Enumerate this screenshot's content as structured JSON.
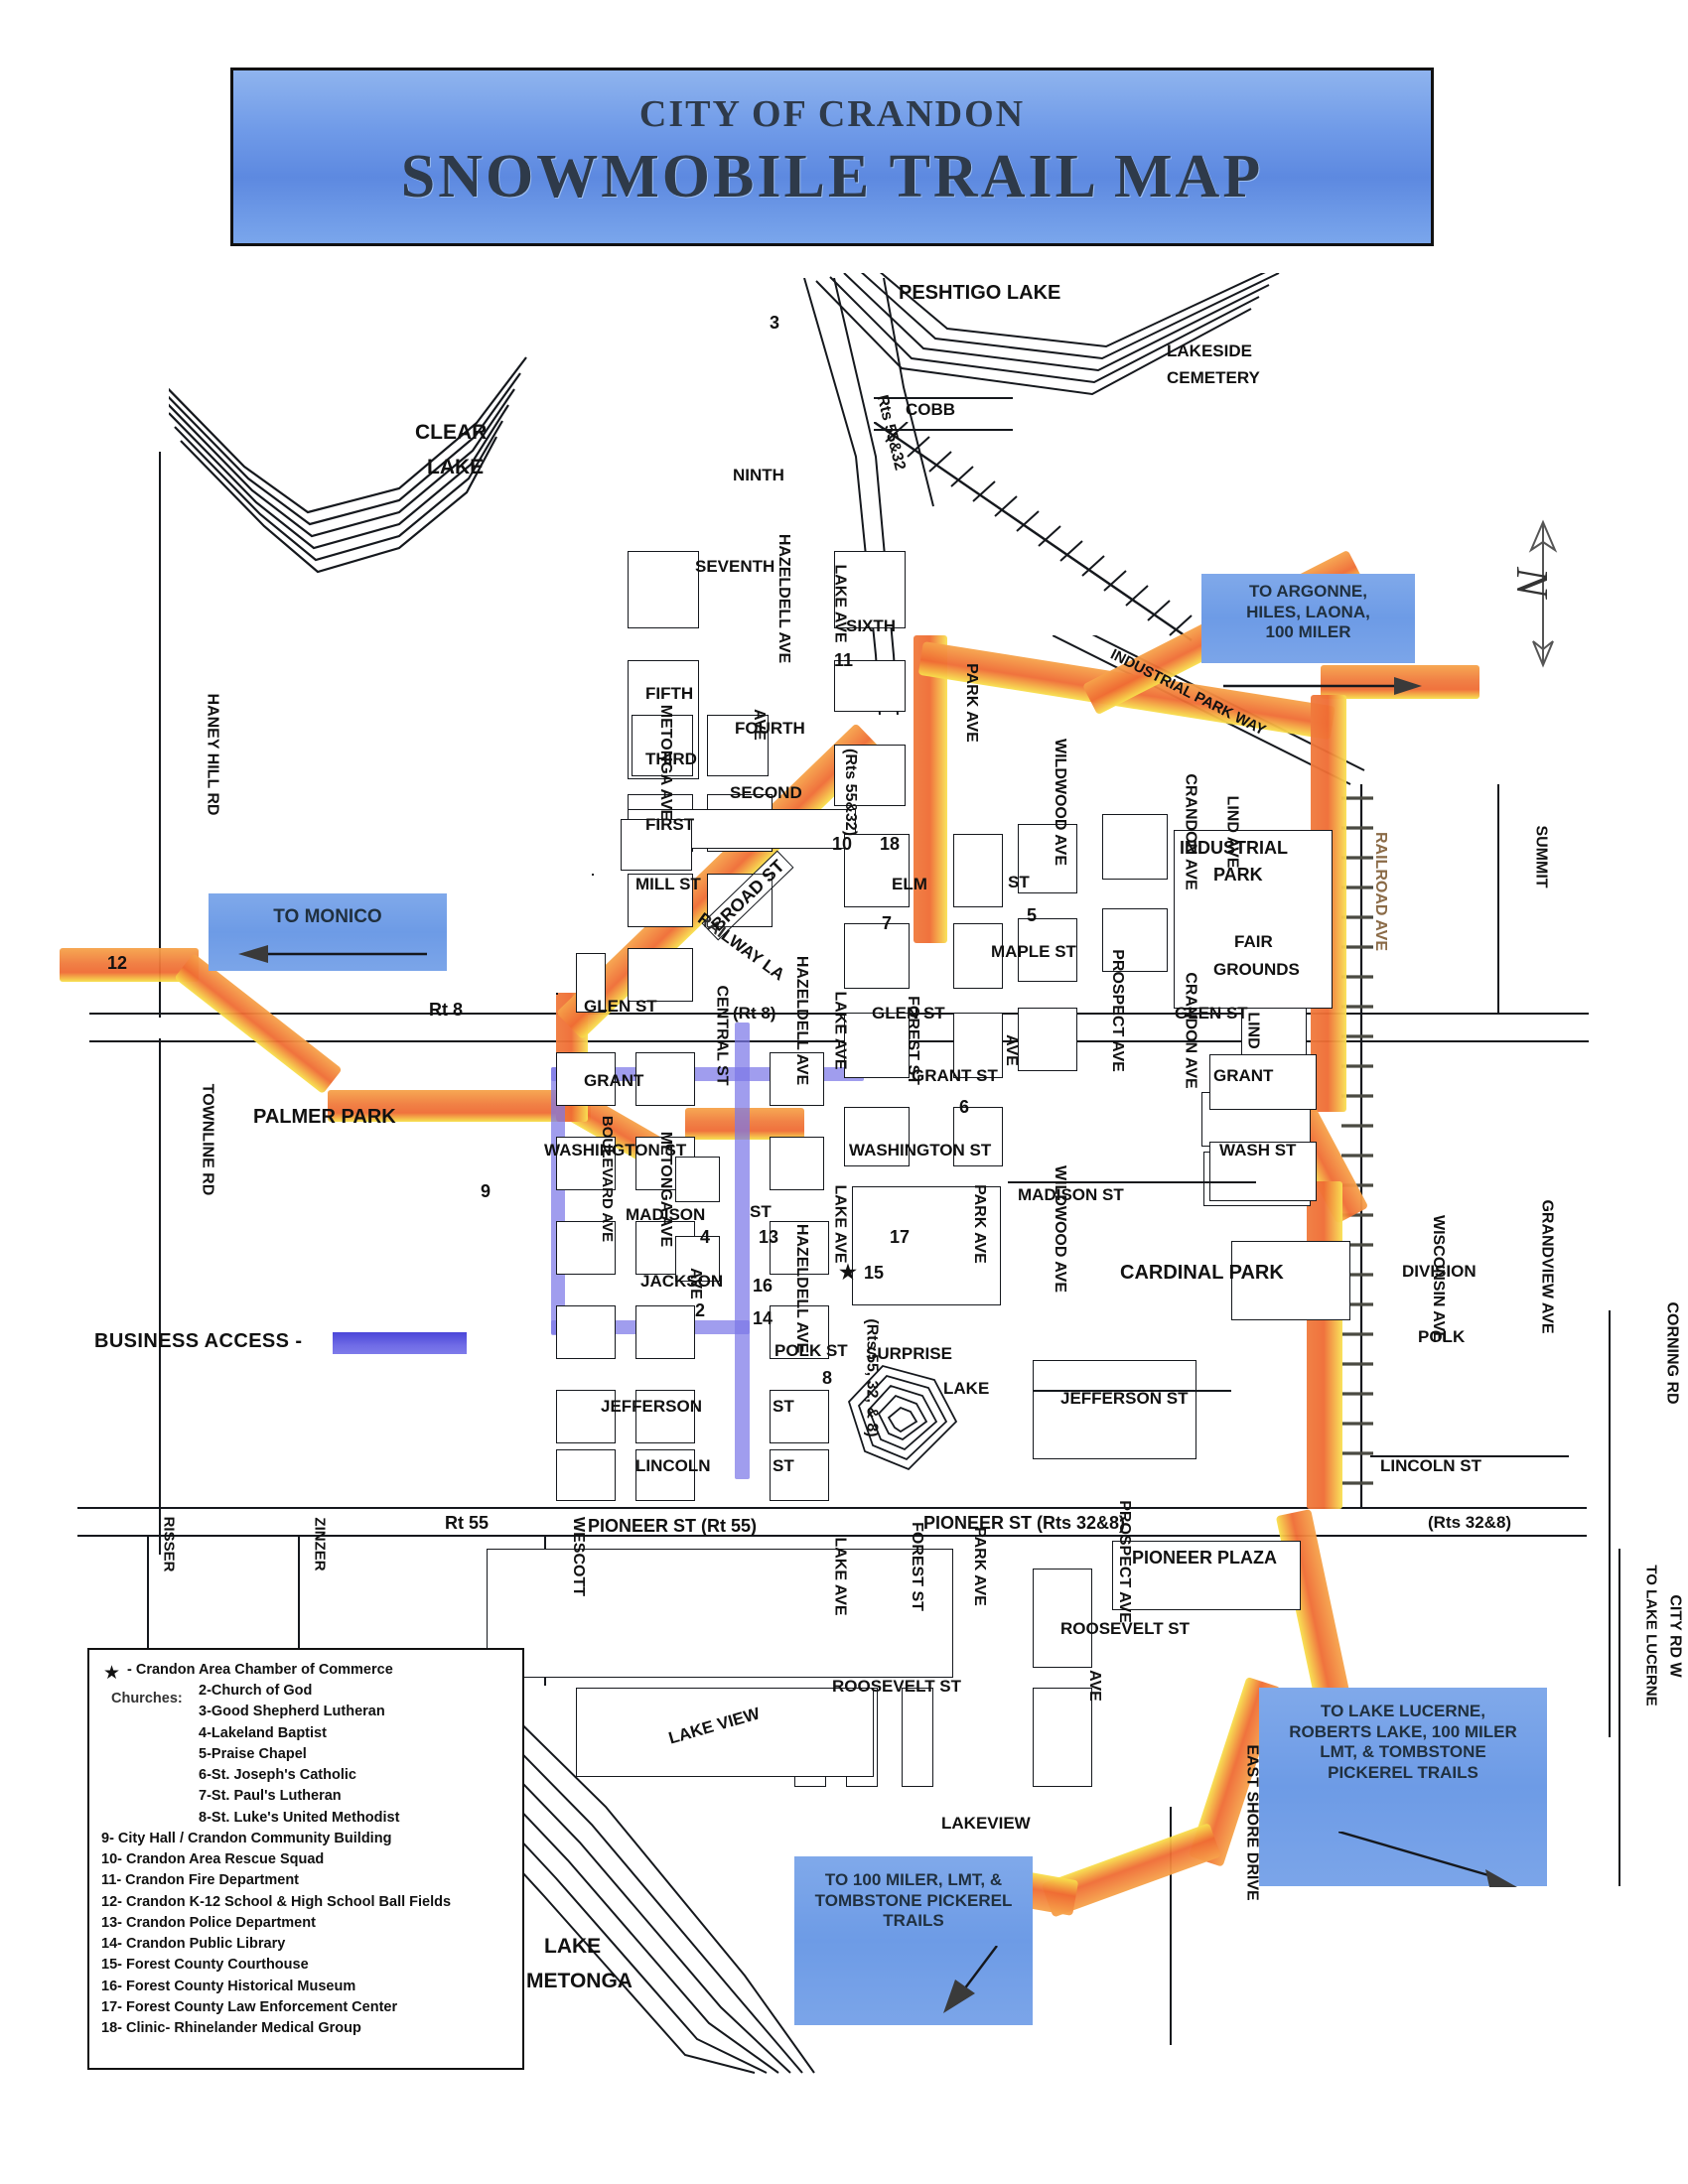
{
  "title": {
    "line1": "CITY OF CRANDON",
    "line2": "SNOWMOBILE TRAIL MAP"
  },
  "callouts": [
    {
      "name": "to-argonne",
      "lines": [
        "TO ARGONNE,",
        "HILES, LAONA,",
        "100 MILER"
      ]
    },
    {
      "name": "to-monico",
      "lines": [
        "TO MONICO"
      ]
    },
    {
      "name": "to-lake-lucerne",
      "lines": [
        "TO LAKE LUCERNE,",
        "ROBERTS LAKE, 100 MILER",
        "LMT, &  TOMBSTONE",
        "PICKEREL  TRAILS"
      ]
    },
    {
      "name": "to-100-miler",
      "lines": [
        "TO 100 MILER, LMT,  &",
        "TOMBSTONE PICKEREL",
        "TRAILS"
      ]
    }
  ],
  "business_access": {
    "label": "BUSINESS ACCESS -",
    "color": "#4b46d8"
  },
  "legend": {
    "star_symbol": "★",
    "chamber": "- Crandon Area Chamber of Commerce",
    "churches_header": "Churches:",
    "churches": [
      "2-Church of God",
      "3-Good Shepherd Lutheran",
      "4-Lakeland Baptist",
      "5-Praise Chapel",
      "6-St. Joseph's Catholic",
      "7-St. Paul's Lutheran",
      "8-St. Luke's United Methodist"
    ],
    "items": [
      "9-  City Hall / Crandon Community Building",
      "10- Crandon Area Rescue Squad",
      "11- Crandon Fire Department",
      "12- Crandon K-12 School & High School Ball Fields",
      "13- Crandon Police Department",
      "14- Crandon Public Library",
      "15- Forest County Courthouse",
      "16- Forest County Historical Museum",
      "17- Forest County Law Enforcement Center",
      "18- Clinic- Rhinelander Medical Group"
    ]
  },
  "features": {
    "clear_lake": [
      "CLEAR",
      "LAKE"
    ],
    "peshtigo_lake": "PESHTIGO LAKE",
    "lakeside_cemetery": [
      "LAKESIDE",
      "CEMETERY"
    ],
    "lake_metonga": [
      "LAKE",
      "METONGA"
    ],
    "surprise_lake": [
      "SURPRISE",
      "LAKE"
    ],
    "palmer_park": "PALMER PARK",
    "cardinal_park": "CARDINAL PARK",
    "industrial_park": [
      "INDUSTRIAL",
      "PARK"
    ],
    "fair_grounds": [
      "FAIR",
      "GROUNDS"
    ],
    "pioneer_plaza": "PIONEER PLAZA"
  },
  "streets_horizontal": [
    "COBB",
    "NINTH",
    "SEVENTH",
    "SIXTH",
    "FIFTH",
    "FOURTH",
    "THIRD",
    "SECOND",
    "FIRST",
    "MILL ST",
    "ELM",
    "MAPLE ST",
    "GLEN ST",
    "GRANT ST",
    "GRANT",
    "WASHINGTON ST",
    "WASH ST",
    "MADISON ST",
    "MADISON",
    "JACKSON",
    "POLK ST",
    "POLK",
    "DIVISION",
    "JEFFERSON",
    "JEFFERSON ST",
    "LINCOLN",
    "LINCOLN ST",
    "PIONEER ST (Rt 55)",
    "PIONEER ST (Rts 32&8)",
    "(Rts 32&8)",
    "ROOSEVELT ST",
    "ROOSEVELT",
    "LAKEVIEW",
    "LAKE VIEW",
    "Rt 8",
    "Rt 55",
    "INDUSTRIAL PARK WAY",
    "RAILWAY LA",
    "(Rt 8)",
    "BROAD ST",
    "ST"
  ],
  "streets_vertical": [
    "HANEY HILL RD",
    "TOWNLINE RD",
    "METONGA AVE",
    "HAZELDELL AVE",
    "LAKE AVE",
    "PARK AVE",
    "FOREST ST",
    "WILDWOOD AVE",
    "PROSPECT AVE",
    "CRANDON AVE",
    "LIND AVE",
    "RAILROAD AVE",
    "SUMMIT",
    "WISCONSIN AVE",
    "GRANDVIEW AVE",
    "CORNING RD",
    "CITY RD W",
    "TO LAKE LUCERNE",
    "EAST SHORE DRIVE",
    "BOULEVARD AVE",
    "CENTRAL ST",
    "WESCOTT",
    "RISSER",
    "ZINZER",
    "Rts 55&32",
    "(Rts 55&32)",
    "(Rts 55, 32, & 8)",
    "LIND",
    "AVE",
    "ST"
  ],
  "site_numbers": [
    "2",
    "3",
    "4",
    "5",
    "6",
    "7",
    "8",
    "9",
    "10",
    "11",
    "12",
    "13",
    "14",
    "15",
    "16",
    "17",
    "18"
  ],
  "compass": {
    "label": "N"
  }
}
